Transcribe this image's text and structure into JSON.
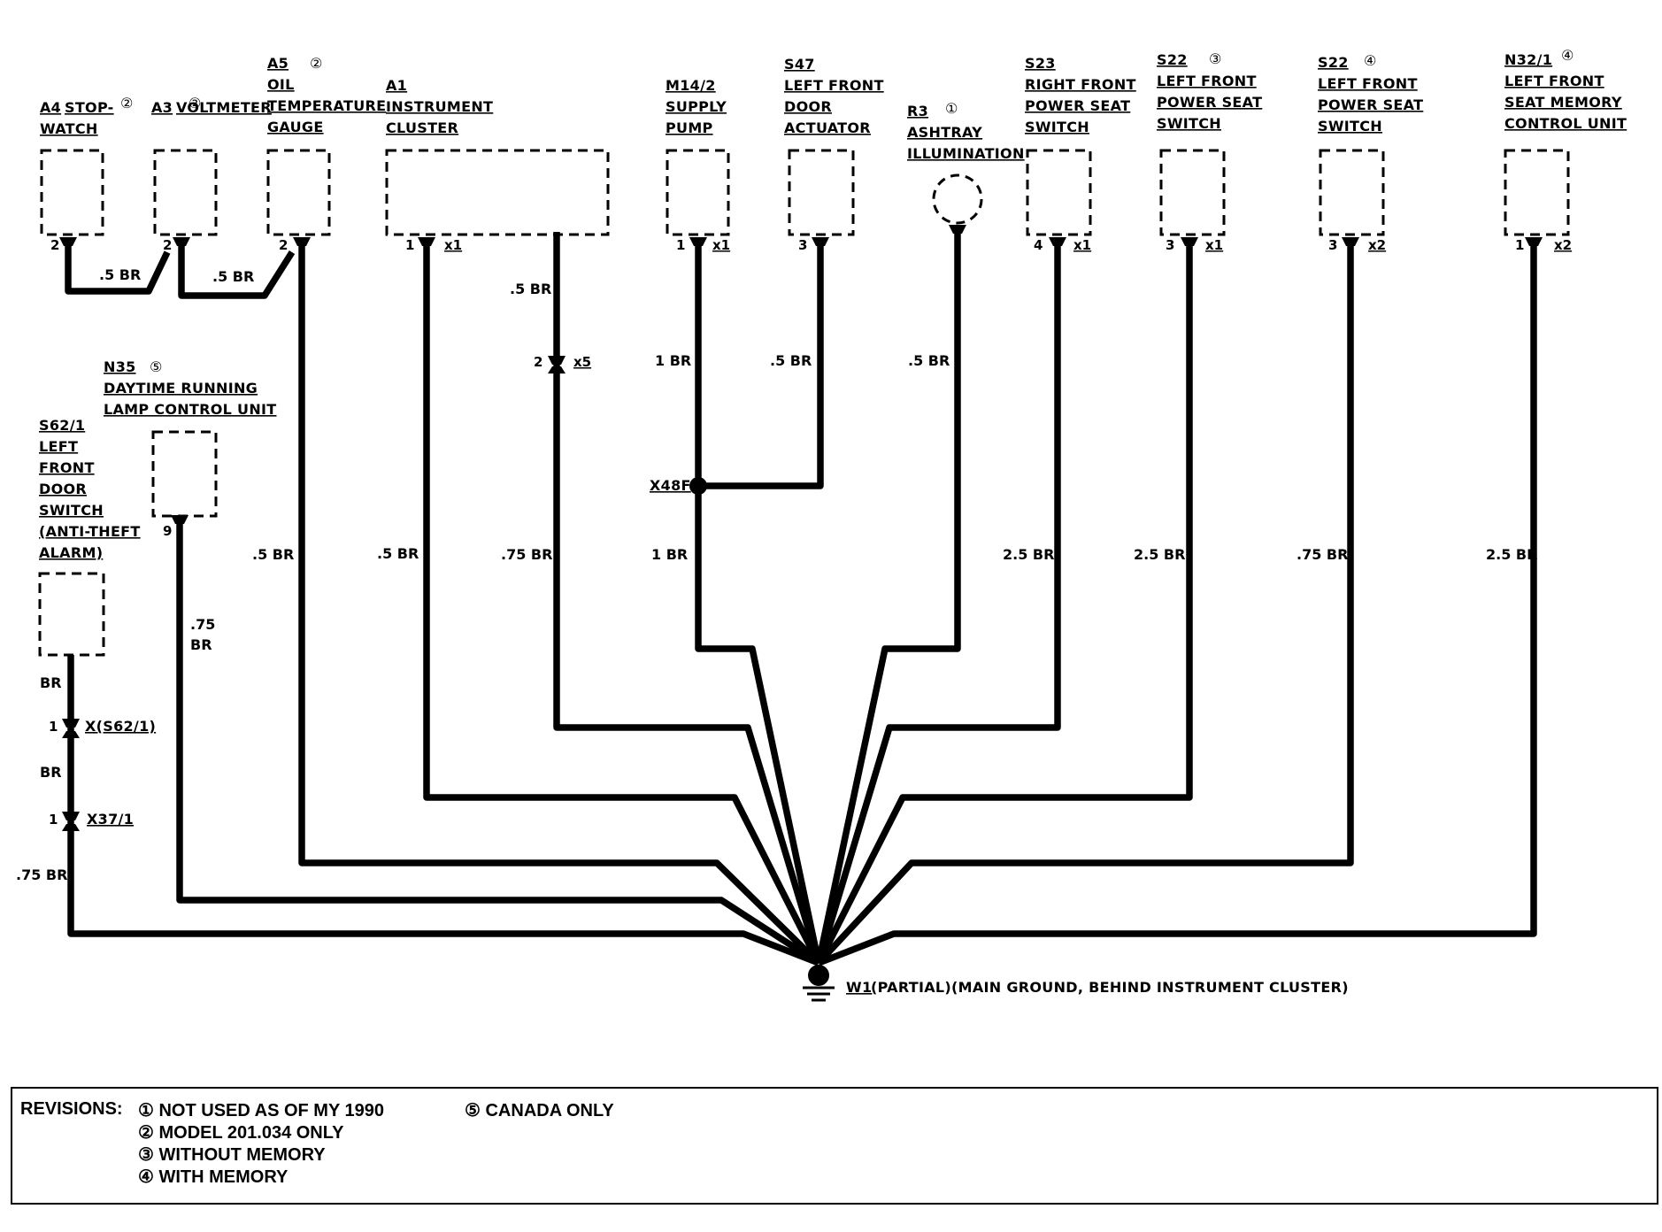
{
  "components": [
    {
      "key": "a4",
      "code": "A4",
      "lines": [
        "STOP-",
        "WATCH"
      ],
      "rev": "2",
      "pin": "2",
      "conn": ""
    },
    {
      "key": "a3",
      "code": "A3",
      "lines": [
        "VOLTMETER"
      ],
      "rev": "2",
      "pin": "2",
      "conn": ""
    },
    {
      "key": "a5",
      "code": "A5",
      "lines": [
        "OIL",
        "TEMPERATURE",
        "GAUGE"
      ],
      "rev": "2",
      "pin": "2",
      "conn": ""
    },
    {
      "key": "a1",
      "code": "A1",
      "lines": [
        "INSTRUMENT",
        "CLUSTER"
      ],
      "rev": "",
      "pin": "1",
      "conn": "x1"
    },
    {
      "key": "m14",
      "code": "M14/2",
      "lines": [
        "SUPPLY",
        "PUMP"
      ],
      "rev": "",
      "pin": "1",
      "conn": "x1"
    },
    {
      "key": "s47",
      "code": "S47",
      "lines": [
        "LEFT FRONT",
        "DOOR",
        "ACTUATOR"
      ],
      "rev": "",
      "pin": "3",
      "conn": ""
    },
    {
      "key": "r3",
      "code": "R3",
      "lines": [
        "ASHTRAY",
        "ILLUMINATION"
      ],
      "rev": "1",
      "pin": "",
      "conn": ""
    },
    {
      "key": "s23",
      "code": "S23",
      "lines": [
        "RIGHT FRONT",
        "POWER SEAT",
        "SWITCH"
      ],
      "rev": "",
      "pin": "4",
      "conn": "x1"
    },
    {
      "key": "s22a",
      "code": "S22",
      "lines": [
        "LEFT FRONT",
        "POWER SEAT",
        "SWITCH"
      ],
      "rev": "3",
      "pin": "3",
      "conn": "x1"
    },
    {
      "key": "s22b",
      "code": "S22",
      "lines": [
        "LEFT FRONT",
        "POWER SEAT",
        "SWITCH"
      ],
      "rev": "4",
      "pin": "3",
      "conn": "x2"
    },
    {
      "key": "n32",
      "code": "N32/1",
      "lines": [
        "LEFT FRONT",
        "SEAT MEMORY",
        "CONTROL UNIT"
      ],
      "rev": "4",
      "pin": "1",
      "conn": "x2"
    },
    {
      "key": "n35",
      "code": "N35",
      "lines": [
        "DAYTIME RUNNING",
        "LAMP CONTROL UNIT"
      ],
      "rev": "5",
      "pin": "9",
      "conn": ""
    },
    {
      "key": "s62",
      "code": "S62/1",
      "lines": [
        "LEFT",
        "FRONT",
        "DOOR",
        "SWITCH",
        "(ANTI-THEFT",
        "ALARM)"
      ],
      "rev": "",
      "pin": "",
      "conn": ""
    }
  ],
  "wire_labels": {
    "a4_a3": ".5 BR",
    "a3_a5": ".5 BR",
    "a5": ".5 BR",
    "a1_x1": ".5 BR",
    "a1_x5_upper": ".5 BR",
    "a1_x5_lower": ".75 BR",
    "m14_upper": "1 BR",
    "m14_lower": "1 BR",
    "s47": ".5 BR",
    "r3": ".5 BR",
    "s23": "2.5 BR",
    "s22a": "2.5 BR",
    "s22b": ".75 BR",
    "n32": "2.5 BR",
    "n35": [
      ".75",
      "BR"
    ],
    "s62_a": "BR",
    "s62_b": "BR",
    "s62_c": ".75 BR"
  },
  "connectors": {
    "x5": {
      "name": "x5",
      "pin": "2"
    },
    "x48f": {
      "name": "X48F"
    },
    "xs62": {
      "name": "X(S62/1)",
      "pin": "1"
    },
    "x37": {
      "name": "X37/1",
      "pin": "1"
    }
  },
  "ground": {
    "code": "W1",
    "text": "(PARTIAL)(MAIN GROUND, BEHIND INSTRUMENT CLUSTER)"
  },
  "revisions": {
    "heading": "REVISIONS:",
    "items": [
      {
        "num": "1",
        "text": "NOT USED AS OF MY 1990"
      },
      {
        "num": "2",
        "text": "MODEL 201.034 ONLY"
      },
      {
        "num": "3",
        "text": "WITHOUT MEMORY"
      },
      {
        "num": "4",
        "text": "WITH MEMORY"
      },
      {
        "num": "5",
        "text": "CANADA ONLY"
      }
    ]
  }
}
